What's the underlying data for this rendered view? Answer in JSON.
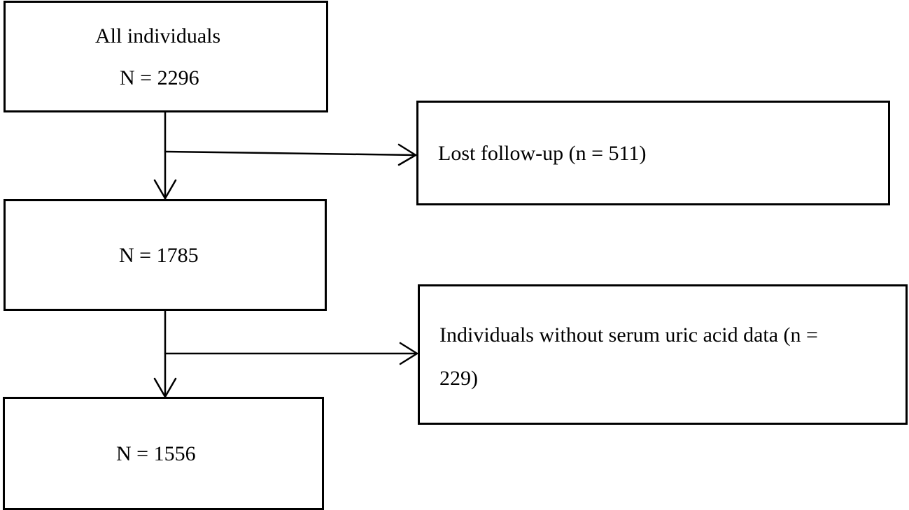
{
  "boxes": {
    "all": {
      "title": "All individuals",
      "count": "N = 2296"
    },
    "lost": {
      "text": "Lost follow-up (n = 511)"
    },
    "mid": {
      "count": "N = 1785"
    },
    "excluded": {
      "line1": "Individuals without serum uric acid data (n =",
      "line2": "229)"
    },
    "final": {
      "count": "N = 1556"
    }
  },
  "colors": {
    "line": "#000000",
    "background": "#ffffff"
  }
}
